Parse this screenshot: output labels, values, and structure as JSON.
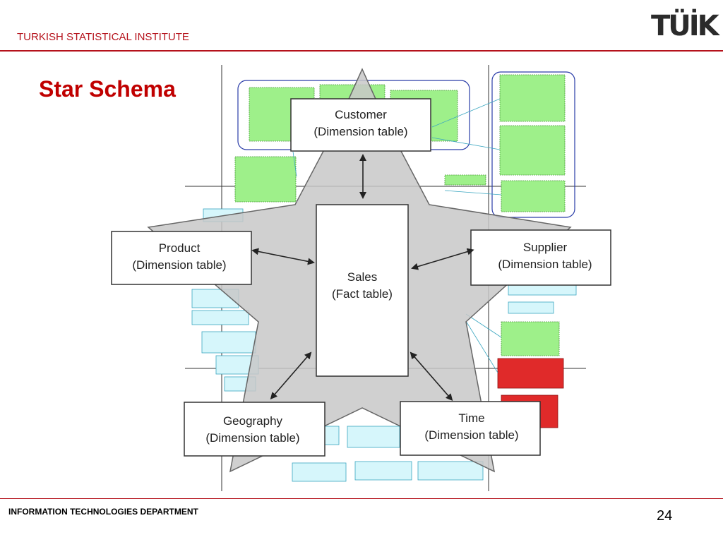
{
  "header": {
    "organization": "TURKISH STATISTICAL INSTITUTE",
    "logo_text": "TÜİK"
  },
  "slide": {
    "title": "Star Schema"
  },
  "diagram": {
    "center": {
      "line1": "Sales",
      "line2": "(Fact table)"
    },
    "dimensions": [
      {
        "id": "customer",
        "line1": "Customer",
        "line2": "(Dimension table)"
      },
      {
        "id": "product",
        "line1": "Product",
        "line2": "(Dimension table)"
      },
      {
        "id": "supplier",
        "line1": "Supplier",
        "line2": "(Dimension table)"
      },
      {
        "id": "geography",
        "line1": "Geography",
        "line2": "(Dimension table)"
      },
      {
        "id": "time",
        "line1": "Time",
        "line2": "(Dimension table)"
      }
    ],
    "colors": {
      "star_fill": "#c8c8c8",
      "star_stroke": "#666666",
      "table_green": "#9ef08a",
      "table_cyan": "#d6f6fb",
      "table_red": "#e02a2a",
      "group_border": "#2a3ca8"
    }
  },
  "footer": {
    "department": "INFORMATION TECHNOLOGIES DEPARTMENT",
    "page_number": "24"
  }
}
